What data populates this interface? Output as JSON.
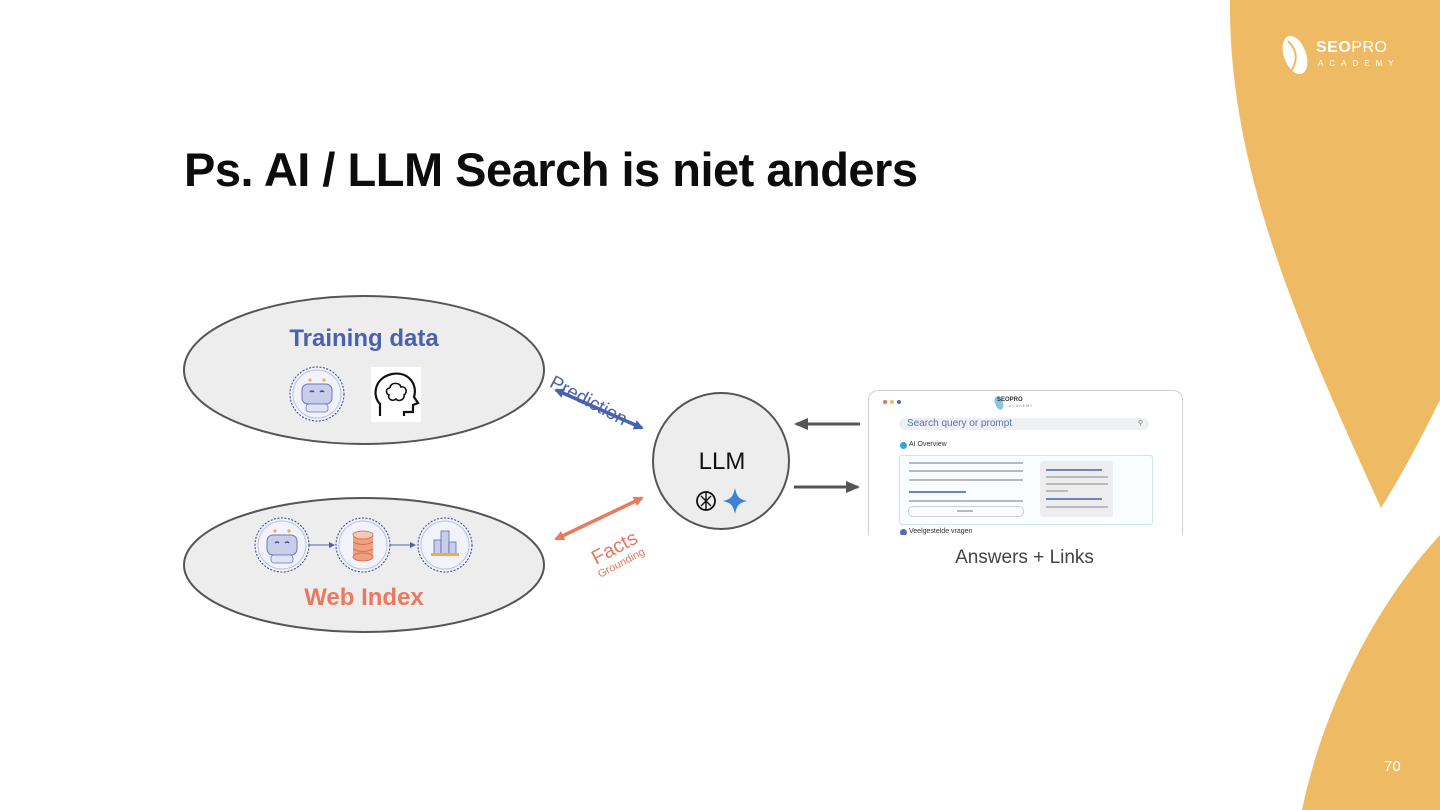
{
  "slide": {
    "title": "Ps. AI / LLM Search is niet anders",
    "page_number": "70",
    "accent_color": "#eebb64"
  },
  "logo": {
    "brand_main": "SEO",
    "brand_accent": "PRO",
    "brand_sub": "ACADEMY"
  },
  "diagram": {
    "training": {
      "label": "Training data",
      "color": "#4a62ad",
      "icons": [
        "robot-icon",
        "brain-icon"
      ]
    },
    "web_index": {
      "label": "Web Index",
      "color": "#e97a5f",
      "icons": [
        "robot-icon",
        "database-icon",
        "buildings-icon"
      ]
    },
    "llm": {
      "label": "LLM",
      "icons": [
        "openai-icon",
        "gemini-icon"
      ]
    },
    "prediction_label": "Prediction",
    "facts_label": "Facts",
    "grounding_label": "Grounding",
    "answers_caption": "Answers + Links",
    "browser_mock": {
      "logo_main": "SEOPRO",
      "logo_sub": "ACADEMY",
      "search_placeholder": "Search query or prompt",
      "ai_overview_label": "AI Overview",
      "faq_label": "Veelgestelde vragen"
    }
  }
}
